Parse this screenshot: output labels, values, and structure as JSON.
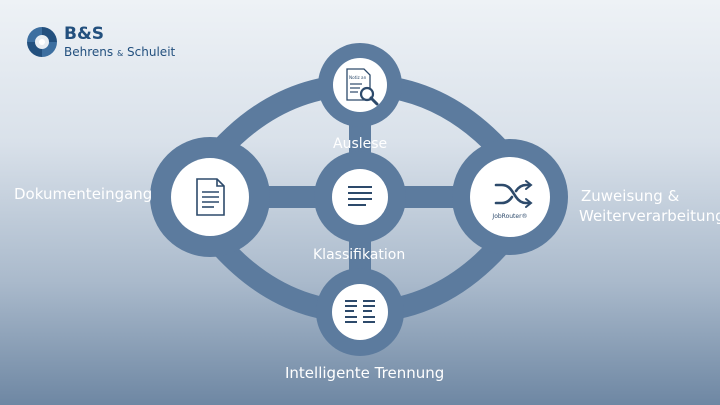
{
  "logo": {
    "brand": "B&S",
    "name_part1": "Behrens",
    "amp": "&",
    "name_part2": "Schuleit"
  },
  "nodes": {
    "dokumenteingang": "Dokumenteingang",
    "auslese": "Auslese",
    "klassifikation": "Klassifikation",
    "trennung": "Intelligente Trennung",
    "zuweisung_line1": "Zuweisung &",
    "zuweisung_line2": "Weiterverarbeitung"
  },
  "icons": {
    "auslese_doc_text": "Notiz an",
    "jobrouter": "JobRouter®"
  },
  "colors": {
    "network": "#5c7b9e",
    "node_fill": "#ffffff",
    "icon": "#2d4a6b",
    "brand": "#23507e"
  }
}
